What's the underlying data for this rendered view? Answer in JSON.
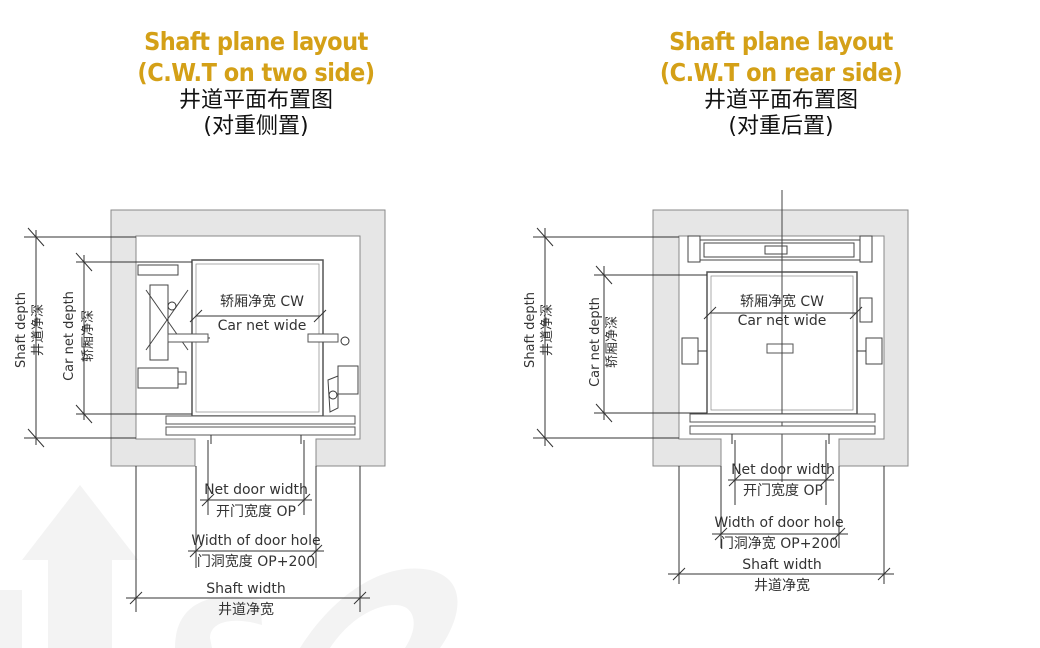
{
  "accent_color": "#d4a017",
  "panels": [
    {
      "title_en_1": "Shaft plane layout",
      "title_en_2": "(C.W.T on two side)",
      "title_zh_1": "井道平面布置图",
      "title_zh_2": "(对重侧置)",
      "shaft_depth_en": "Shaft depth",
      "shaft_depth_zh": "井道净深",
      "car_depth_en": "Car net depth",
      "car_depth_zh": "轿厢净深",
      "car_wide_zh": "轿厢净宽 CW",
      "car_wide_en": "Car net wide",
      "net_door_en": "Net door width",
      "net_door_zh": "开门宽度 OP",
      "door_hole_en": "Width of door hole",
      "door_hole_zh": "门洞宽度 OP+200",
      "shaft_width_en": "Shaft width",
      "shaft_width_zh": "井道净宽"
    },
    {
      "title_en_1": "Shaft plane layout",
      "title_en_2": "(C.W.T on rear side)",
      "title_zh_1": "井道平面布置图",
      "title_zh_2": "(对重后置)",
      "shaft_depth_en": "Shaft depth",
      "shaft_depth_zh": "井道净深",
      "car_depth_en": "Car net depth",
      "car_depth_zh": "轿厢净深",
      "car_wide_zh": "轿厢净宽 CW",
      "car_wide_en": "Car net wide",
      "net_door_en": "Net door width",
      "net_door_zh": "开门宽度 OP",
      "door_hole_en": "Width of door hole",
      "door_hole_zh": "门洞净宽 OP+200",
      "shaft_width_en": "Shaft width",
      "shaft_width_zh": "井道净宽"
    }
  ]
}
